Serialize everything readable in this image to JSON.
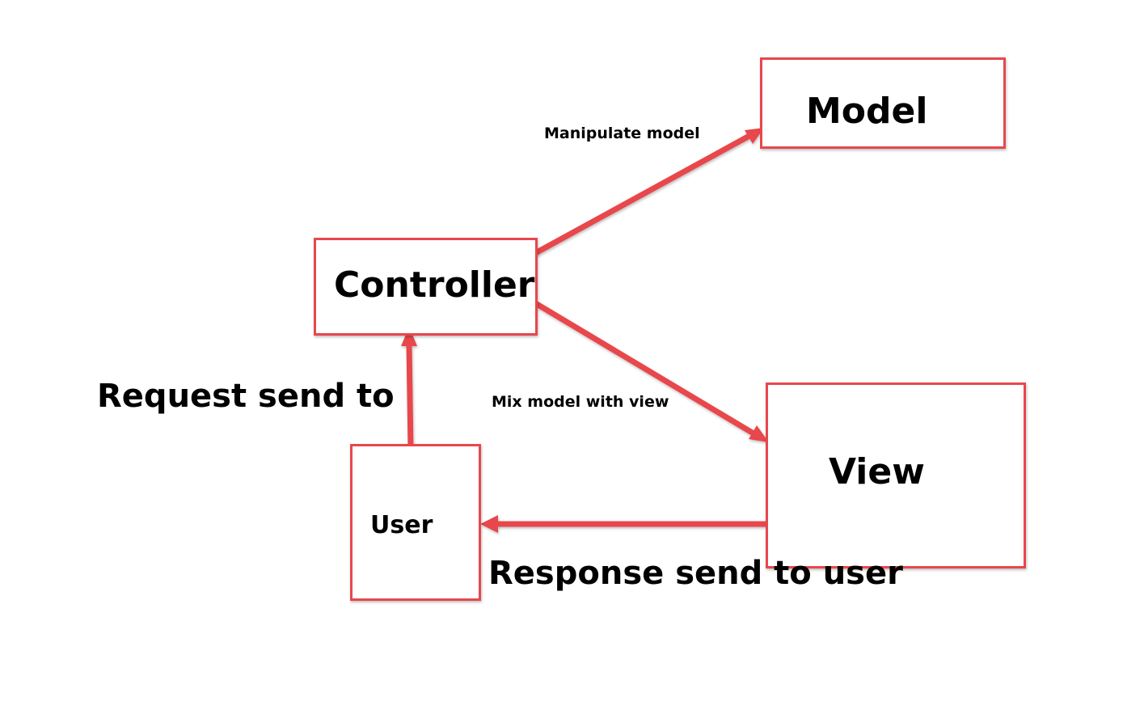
{
  "nodes": {
    "model": "Model",
    "controller": "Controller",
    "view": "View",
    "user": "User"
  },
  "edges": {
    "controller_to_model": "Manipulate model",
    "controller_to_view": "Mix model with view",
    "user_to_controller": "Request send to",
    "view_to_user": "Response send to user"
  },
  "colors": {
    "stroke": "#e8474c",
    "text": "#000000",
    "background": "#ffffff"
  }
}
